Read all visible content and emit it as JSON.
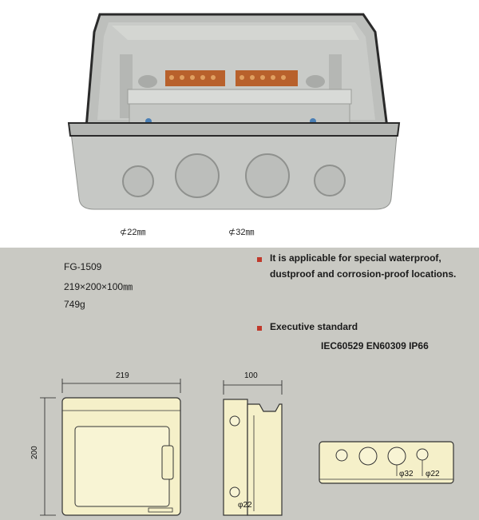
{
  "photo": {
    "captions": [
      "⊄22㎜",
      "⊄32㎜"
    ]
  },
  "specs": {
    "model": "FG-1509",
    "size": "219×200×100㎜",
    "weight": "749g"
  },
  "features": {
    "line1": "It is applicable for special waterproof,",
    "line2": "dustproof and corrosion-proof locations.",
    "standard_title": "Executive standard",
    "standards": "IEC60529  EN60309  IP66",
    "bullet_color": "#c0392b"
  },
  "drawings": {
    "front_width": "219",
    "front_height": "200",
    "side_depth": "100",
    "side_hole": "φ22",
    "bottom_hole_large": "φ32",
    "bottom_hole_small": "φ22"
  }
}
